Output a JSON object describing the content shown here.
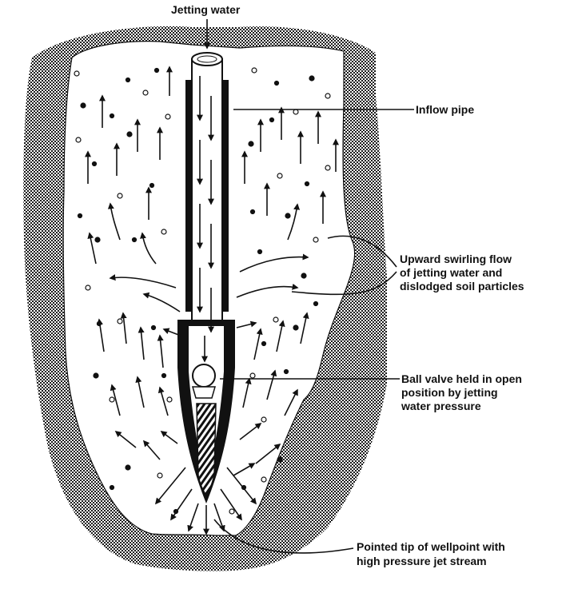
{
  "labels": {
    "jetting_water": "Jetting water",
    "inflow_pipe": "Inflow pipe",
    "swirl_line1": "Upward swirling flow",
    "swirl_line2": "of jetting water and",
    "swirl_line3": "dislodged soil particles",
    "ball_line1": "Ball valve held in open",
    "ball_line2": "position by jetting",
    "ball_line3": "water pressure",
    "tip_line1": "Pointed tip of wellpoint with",
    "tip_line2": "high pressure jet stream"
  },
  "colors": {
    "ink": "#111111",
    "soil": "#8a8a8a",
    "background": "#ffffff"
  }
}
